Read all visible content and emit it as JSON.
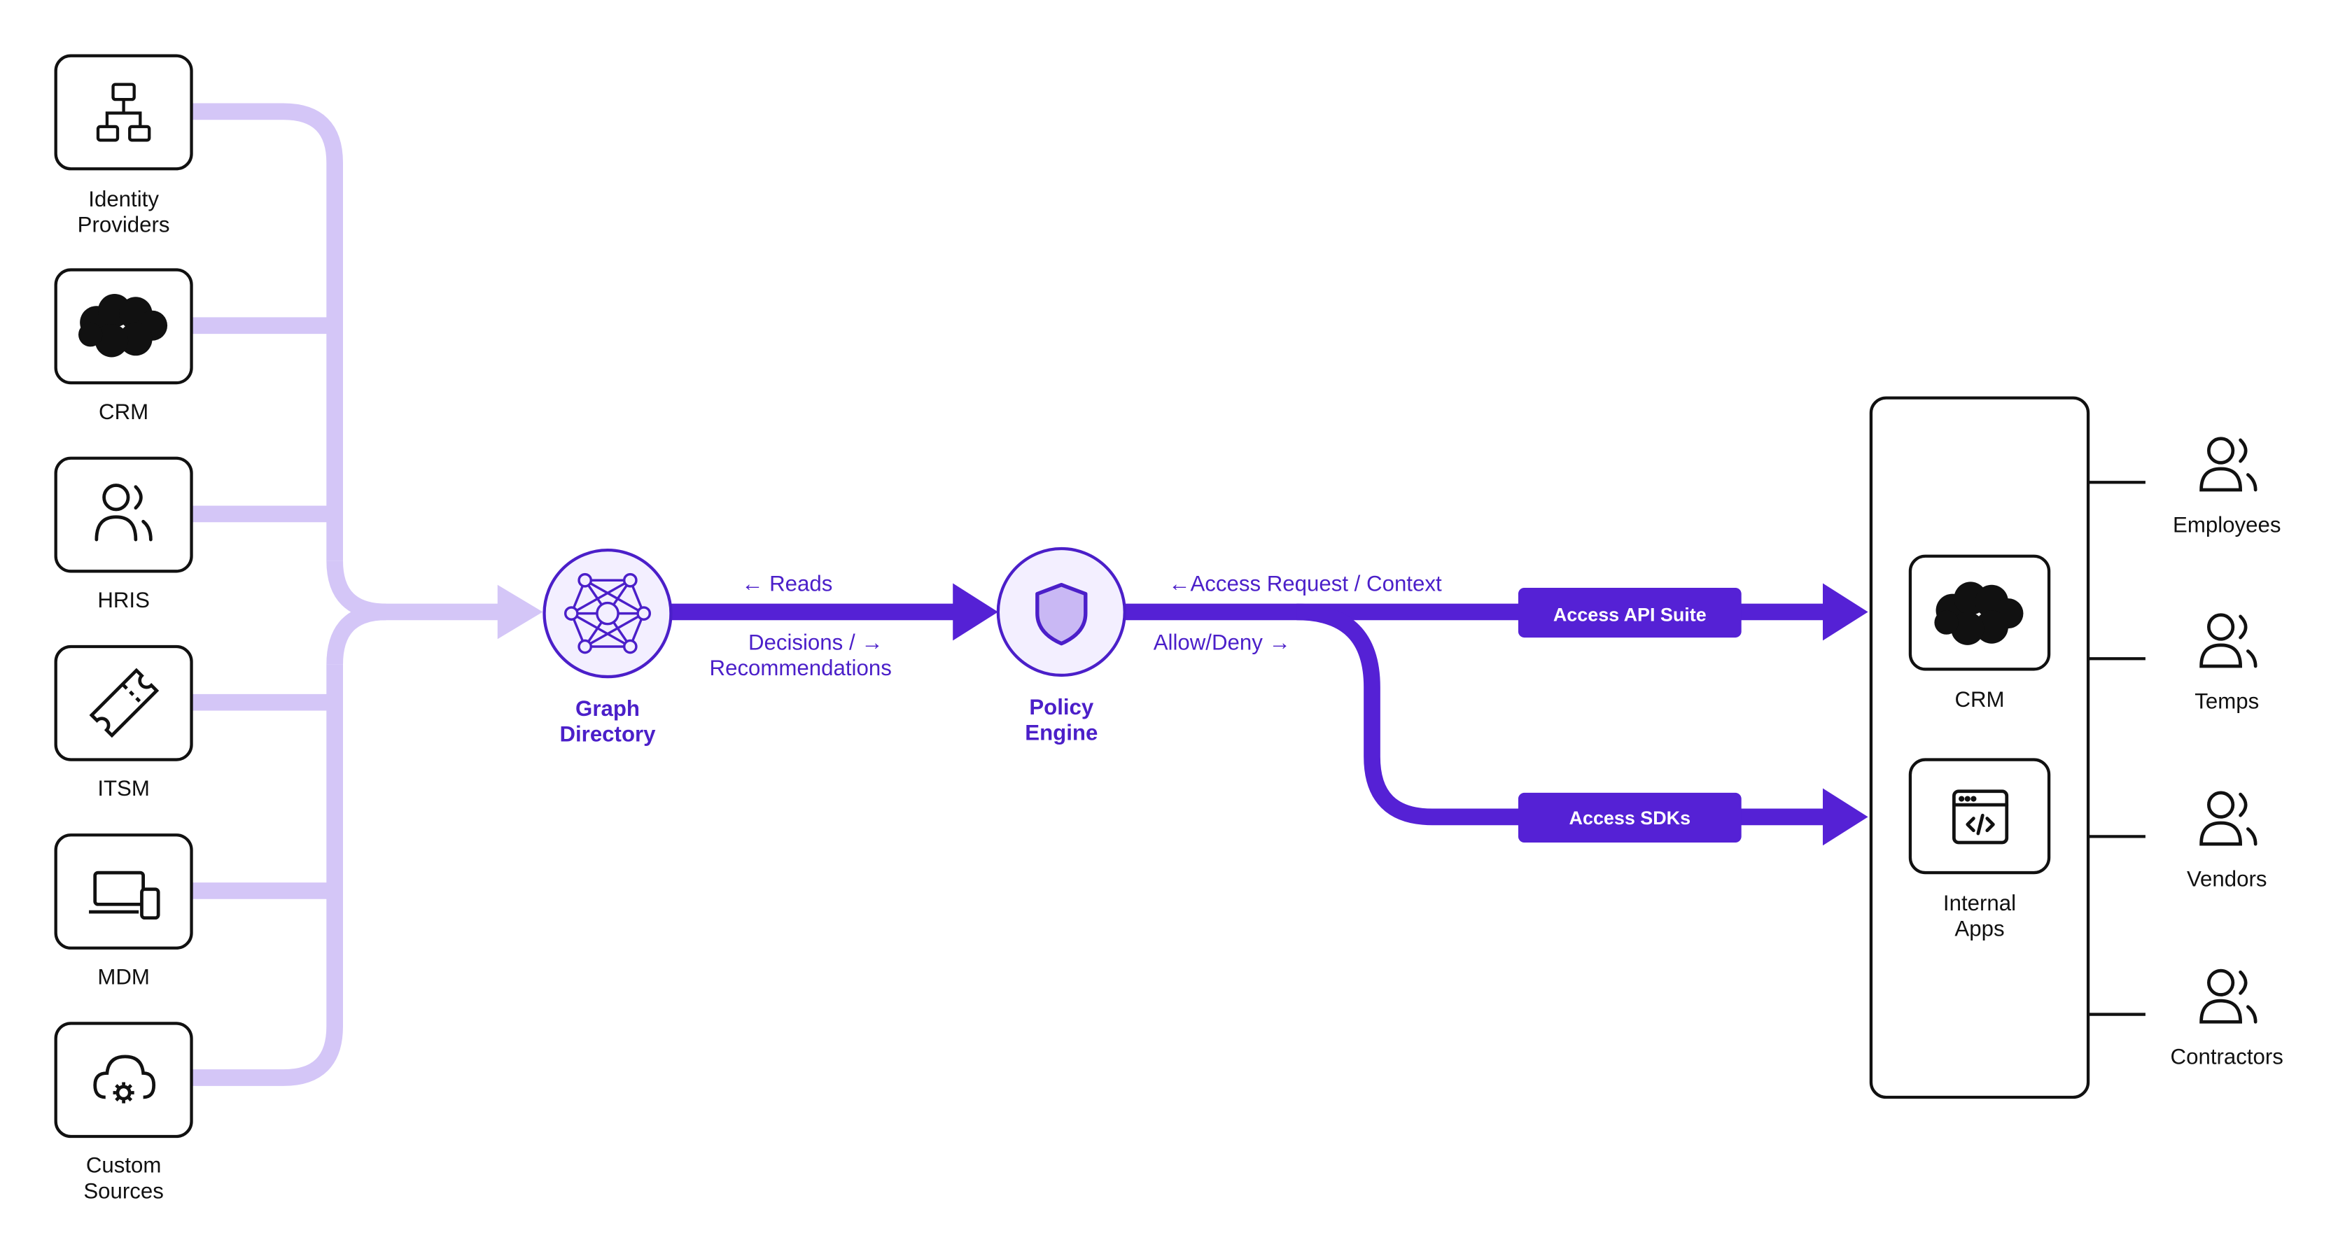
{
  "colors": {
    "light_flow": "#d4c6f7",
    "dark_flow": "#5521d5",
    "node_fill": "#f3efff",
    "node_stroke": "#4b1fc9",
    "box_stroke": "#111111"
  },
  "sources": [
    {
      "label_lines": [
        "Identity",
        "Providers"
      ],
      "icon": "org-chart-icon"
    },
    {
      "label_lines": [
        "CRM"
      ],
      "icon": "cloud-logo-icon"
    },
    {
      "label_lines": [
        "HRIS"
      ],
      "icon": "users-icon"
    },
    {
      "label_lines": [
        "ITSM"
      ],
      "icon": "ticket-icon"
    },
    {
      "label_lines": [
        "MDM"
      ],
      "icon": "laptop-phone-icon"
    },
    {
      "label_lines": [
        "Custom",
        "Sources"
      ],
      "icon": "cloud-gear-icon"
    }
  ],
  "graph_directory": {
    "label_lines": [
      "Graph",
      "Directory"
    ],
    "icon": "network-icon"
  },
  "policy_engine": {
    "label_lines": [
      "Policy",
      "Engine"
    ],
    "icon": "shield-icon"
  },
  "flow_labels": {
    "reads": "←  Reads",
    "decisions_line1": "Decisions  /  →",
    "decisions_line2": "Recommendations",
    "access_request": "←Access Request / Context",
    "allow_deny": "Allow/Deny  →"
  },
  "pills": {
    "api_suite": "Access API Suite",
    "sdks": "Access SDKs"
  },
  "apps": [
    {
      "label_lines": [
        "CRM"
      ],
      "icon": "cloud-logo-icon"
    },
    {
      "label_lines": [
        "Internal",
        "Apps"
      ],
      "icon": "code-window-icon"
    }
  ],
  "users": [
    {
      "label": "Employees",
      "icon": "users-icon"
    },
    {
      "label": "Temps",
      "icon": "users-icon"
    },
    {
      "label": "Vendors",
      "icon": "users-icon"
    },
    {
      "label": "Contractors",
      "icon": "users-icon"
    }
  ]
}
